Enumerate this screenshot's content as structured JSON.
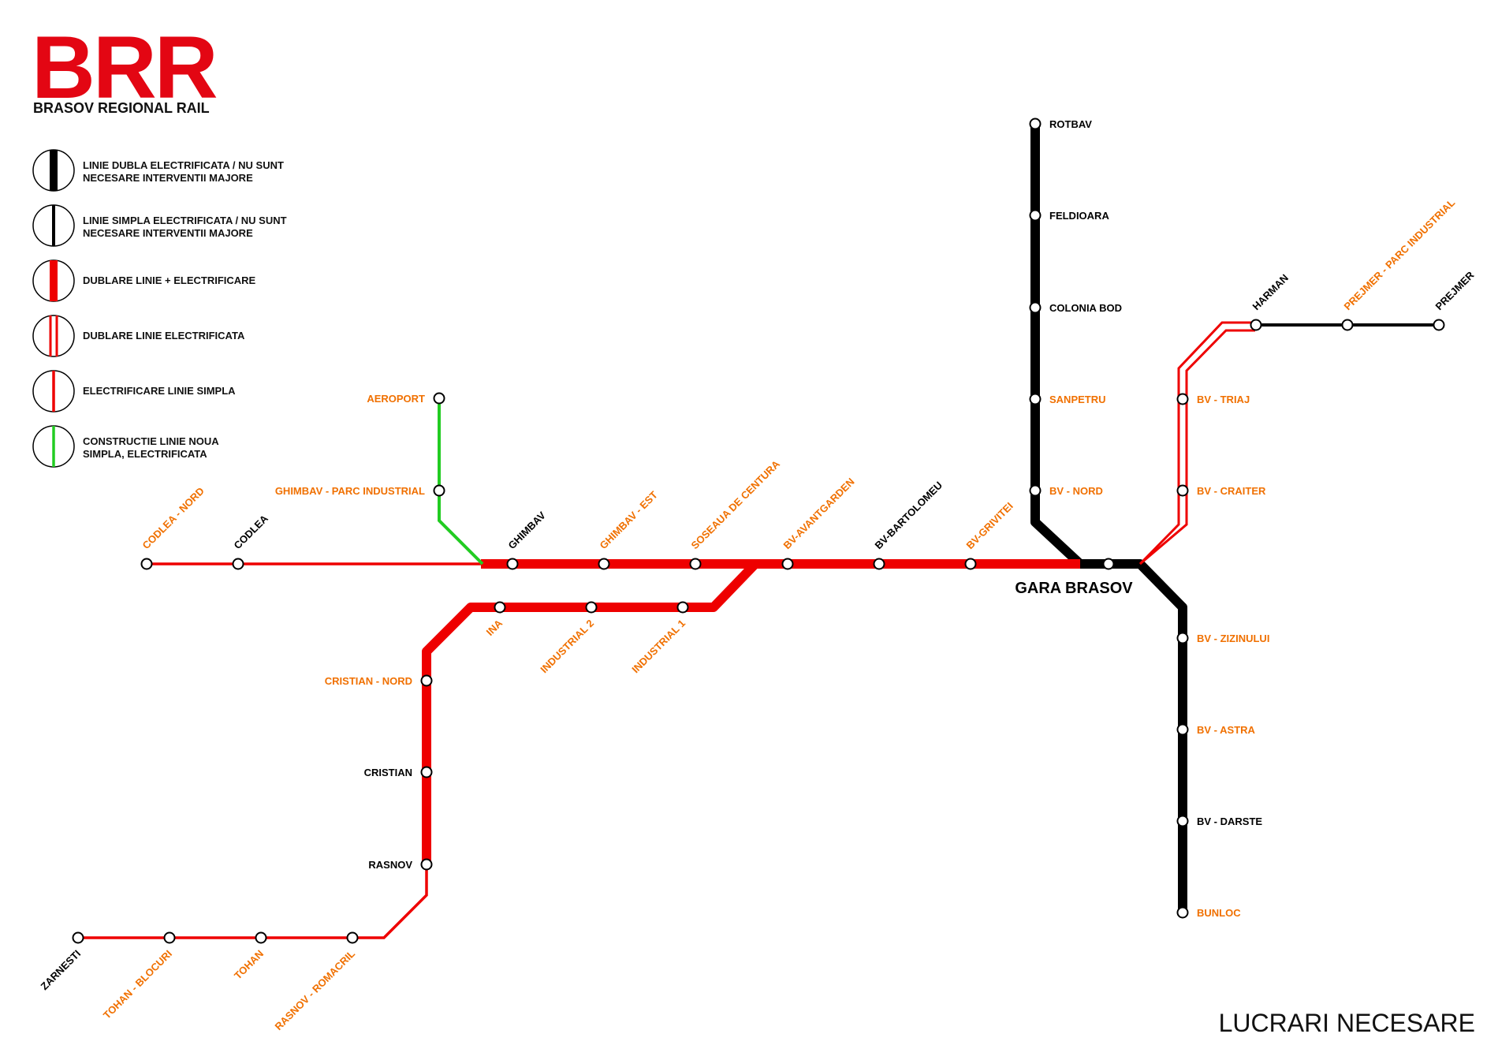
{
  "brand": {
    "logo": "BRR",
    "subtitle": "BRASOV REGIONAL RAIL"
  },
  "colors": {
    "red": "#ee0000",
    "black": "#000000",
    "green": "#22cc22",
    "orange_label": "#f07000",
    "black_label": "#000000"
  },
  "legend": [
    {
      "icon": "double-black-line-icon",
      "text1": "LINIE DUBLA ELECTRIFICATA / NU SUNT",
      "text2": "NECESARE INTERVENTII MAJORE"
    },
    {
      "icon": "single-black-line-icon",
      "text1": "LINIE SIMPLA ELECTRIFICATA / NU SUNT",
      "text2": "NECESARE INTERVENTII MAJORE"
    },
    {
      "icon": "thick-red-line-icon",
      "text1": "DUBLARE LINIE + ELECTRIFICARE",
      "text2": ""
    },
    {
      "icon": "double-red-line-icon",
      "text1": "DUBLARE LINIE ELECTRIFICATA",
      "text2": ""
    },
    {
      "icon": "thin-red-line-icon",
      "text1": "ELECTRIFICARE LINIE SIMPLA",
      "text2": ""
    },
    {
      "icon": "green-line-icon",
      "text1": "CONSTRUCTIE LINIE NOUA",
      "text2": "SIMPLA, ELECTRIFICATA"
    }
  ],
  "hub": {
    "name": "GARA BRASOV"
  },
  "stations": [
    {
      "id": "rotbav",
      "name": "ROTBAV",
      "color": "black"
    },
    {
      "id": "feldioara",
      "name": "FELDIOARA",
      "color": "black"
    },
    {
      "id": "colonia-bod",
      "name": "COLONIA BOD",
      "color": "black"
    },
    {
      "id": "sanpetru",
      "name": "SANPETRU",
      "color": "orange"
    },
    {
      "id": "bv-nord",
      "name": "BV - NORD",
      "color": "orange"
    },
    {
      "id": "bv-triaj",
      "name": "BV - TRIAJ",
      "color": "orange"
    },
    {
      "id": "bv-craiter",
      "name": "BV - CRAITER",
      "color": "orange"
    },
    {
      "id": "harman",
      "name": "HARMAN",
      "color": "black"
    },
    {
      "id": "prejmer-parc-industrial",
      "name": "PREJMER - PARC INDUSTRIAL",
      "color": "orange"
    },
    {
      "id": "prejmer",
      "name": "PREJMER",
      "color": "black"
    },
    {
      "id": "bv-zizinului",
      "name": "BV - ZIZINULUI",
      "color": "orange"
    },
    {
      "id": "bv-astra",
      "name": "BV - ASTRA",
      "color": "orange"
    },
    {
      "id": "bv-darste",
      "name": "BV - DARSTE",
      "color": "black"
    },
    {
      "id": "bunloc",
      "name": "BUNLOC",
      "color": "orange"
    },
    {
      "id": "aeroport",
      "name": "AEROPORT",
      "color": "orange"
    },
    {
      "id": "ghimbav-parc-industrial",
      "name": "GHIMBAV - PARC INDUSTRIAL",
      "color": "orange"
    },
    {
      "id": "codlea-nord",
      "name": "CODLEA - NORD",
      "color": "orange"
    },
    {
      "id": "codlea",
      "name": "CODLEA",
      "color": "black"
    },
    {
      "id": "ghimbav",
      "name": "GHIMBAV",
      "color": "black"
    },
    {
      "id": "ghimbav-est",
      "name": "GHIMBAV - EST",
      "color": "orange"
    },
    {
      "id": "soseaua-de-centura",
      "name": "SOSEAUA DE CENTURA",
      "color": "orange"
    },
    {
      "id": "bv-avantgarden",
      "name": "BV-AVANTGARDEN",
      "color": "orange"
    },
    {
      "id": "bv-bartolomeu",
      "name": "BV-BARTOLOMEU",
      "color": "black"
    },
    {
      "id": "bv-grivitei",
      "name": "BV-GRIVITEI",
      "color": "orange"
    },
    {
      "id": "ina",
      "name": "INA",
      "color": "orange"
    },
    {
      "id": "industrial-2",
      "name": "INDUSTRIAL 2",
      "color": "orange"
    },
    {
      "id": "industrial-1",
      "name": "INDUSTRIAL 1",
      "color": "orange"
    },
    {
      "id": "cristian-nord",
      "name": "CRISTIAN - NORD",
      "color": "orange"
    },
    {
      "id": "cristian",
      "name": "CRISTIAN",
      "color": "black"
    },
    {
      "id": "rasnov",
      "name": "RASNOV",
      "color": "black"
    },
    {
      "id": "zarnesti",
      "name": "ZARNESTI",
      "color": "black"
    },
    {
      "id": "tohan-blocuri",
      "name": "TOHAN - BLOCURI",
      "color": "orange"
    },
    {
      "id": "tohan",
      "name": "TOHAN",
      "color": "orange"
    },
    {
      "id": "rasnov-romacril",
      "name": "RASNOV - ROMACRIL",
      "color": "orange"
    }
  ],
  "footer": {
    "title": "LUCRARI NECESARE"
  }
}
